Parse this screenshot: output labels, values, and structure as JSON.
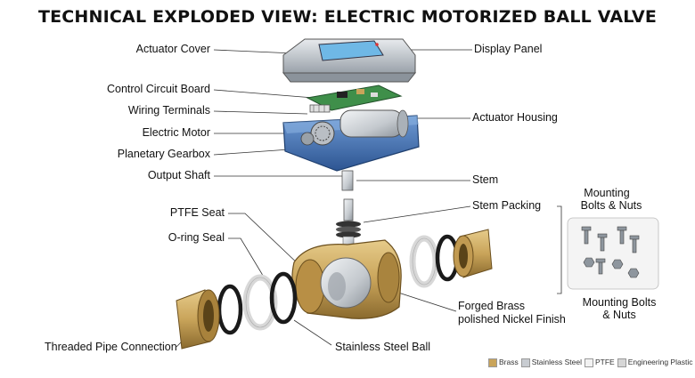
{
  "title": "TECHNICAL EXPLODED VIEW: ELECTRIC MOTORIZED BALL VALVE",
  "labels": {
    "actuator_cover": "Actuator Cover",
    "display_panel": "Display Panel",
    "control_circuit_board": "Control Circuit Board",
    "wiring_terminals": "Wiring Terminals",
    "electric_motor": "Electric Motor",
    "actuator_housing": "Actuator Housing",
    "planetary_gearbox": "Planetary Gearbox",
    "output_shaft": "Output Shaft",
    "stem": "Stem",
    "stem_packing": "Stem Packing",
    "ptfe_seat": "PTFE Seat",
    "oring_seal": "O-ring Seal",
    "mounting_top_1": "Mounting",
    "mounting_top_2": "Bolts & Nuts",
    "mounting_bottom_1": "Mounting Bolts",
    "mounting_bottom_2": "& Nuts",
    "forged_brass_1": "Forged Brass",
    "forged_brass_2": "polished Nickel Finish",
    "threaded_pipe": "Threaded Pipe Connection",
    "stainless_ball": "Stainless Steel Ball"
  },
  "legend": [
    {
      "label": "Brass",
      "color": "#c9a45a"
    },
    {
      "label": "Stainless Steel",
      "color": "#c8ccd1"
    },
    {
      "label": "PTFE",
      "color": "#f2f2f2"
    },
    {
      "label": "Engineering Plastic",
      "color": "#d6d6d6"
    }
  ],
  "colors": {
    "brass": "#c9a45a",
    "steel": "#c8ccd1",
    "housing_blue": "#3f6fb0",
    "pcb_green": "#3f8f4a",
    "display_blue": "#6fb8e6"
  }
}
